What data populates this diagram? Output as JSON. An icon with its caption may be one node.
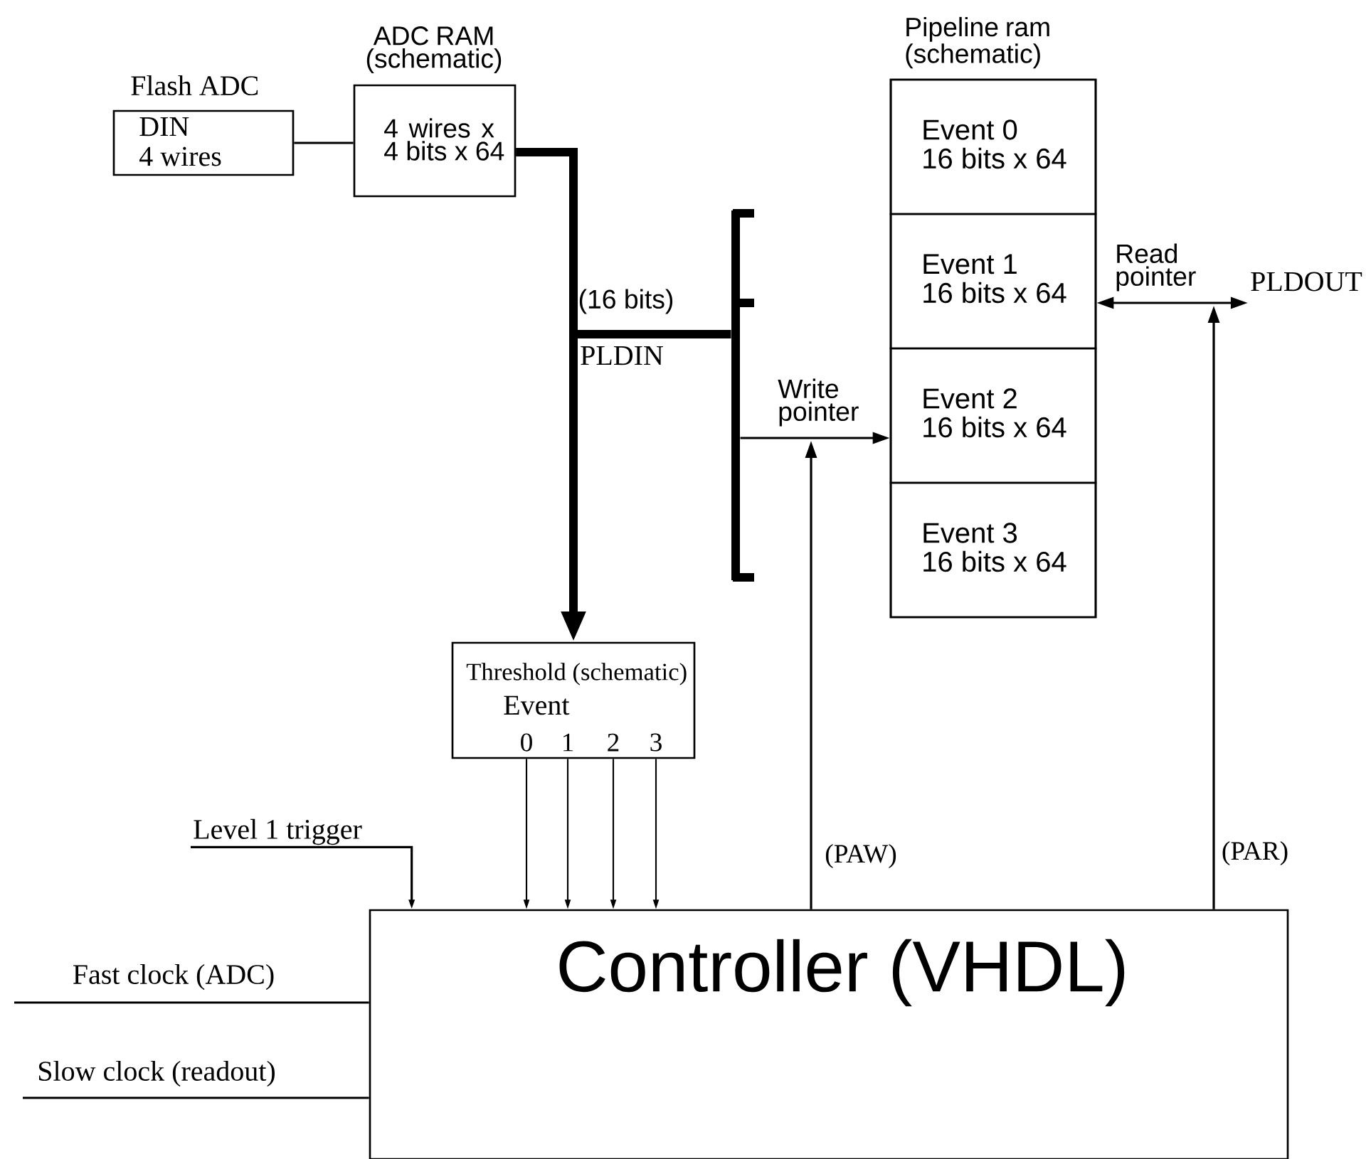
{
  "diagram": {
    "nodes": [
      {
        "text": [
          "Flash ADC",
          "DIN",
          "4 wires"
        ]
      },
      {
        "text": [
          "ADC RAM (schematic)",
          "4 wires x 4 bits x 64"
        ]
      },
      {
        "text": [
          "Pipeline ram (schematic)"
        ]
      },
      {
        "text": [
          "Event 0",
          "16 bits x 64"
        ],
        "in": 2
      },
      {
        "text": [
          "Event 1",
          "16 bits x 64"
        ],
        "in": 2
      },
      {
        "text": [
          "Event 2",
          "16 bits x 64"
        ],
        "in": 2
      },
      {
        "text": [
          "Event 3",
          "16 bits x 64"
        ],
        "in": 2
      },
      {
        "text": [],
        "shape": "bar"
      },
      {
        "text": [
          "PLDOUT"
        ]
      },
      {
        "text": [
          "Threshold (schematic)",
          "Event",
          "0",
          "1",
          "2",
          "3"
        ]
      },
      {
        "text": [
          "Level 1 trigger"
        ]
      },
      {
        "text": [
          "Controller (VHDL)"
        ]
      }
    ],
    "edges": [
      {
        "from": 0,
        "to": 1,
        "arrow": "none"
      },
      {
        "from": 1,
        "to": 9,
        "arrow": "to",
        "style": "thick"
      },
      {
        "from": 1,
        "to": 7,
        "arrow": "none",
        "style": "thick",
        "label": "(16 bits)"
      },
      {
        "from": 7,
        "to": 5,
        "arrow": "to",
        "label": "Write pointer"
      },
      {
        "from": 11,
        "to": null,
        "arrow": "to",
        "label": "(PAW)"
      },
      {
        "from": 4,
        "to": 8,
        "arrow": "both",
        "label": "Read pointer"
      },
      {
        "from": 11,
        "to": null,
        "arrow": "to",
        "label": "(PAR)"
      },
      {
        "from": 9,
        "to": 11,
        "arrow": "to"
      },
      {
        "from": 9,
        "to": 11,
        "arrow": "to"
      },
      {
        "from": 9,
        "to": 11,
        "arrow": "to"
      },
      {
        "from": 9,
        "to": 11,
        "arrow": "to"
      },
      {
        "from": 10,
        "to": 11,
        "arrow": "to"
      },
      {
        "from": null,
        "to": 11,
        "arrow": "none",
        "label": "Fast clock (ADC)"
      },
      {
        "from": null,
        "to": 11,
        "arrow": "none",
        "label": "Slow clock (readout)"
      }
    ],
    "labels": [
      "PLDIN"
    ]
  }
}
